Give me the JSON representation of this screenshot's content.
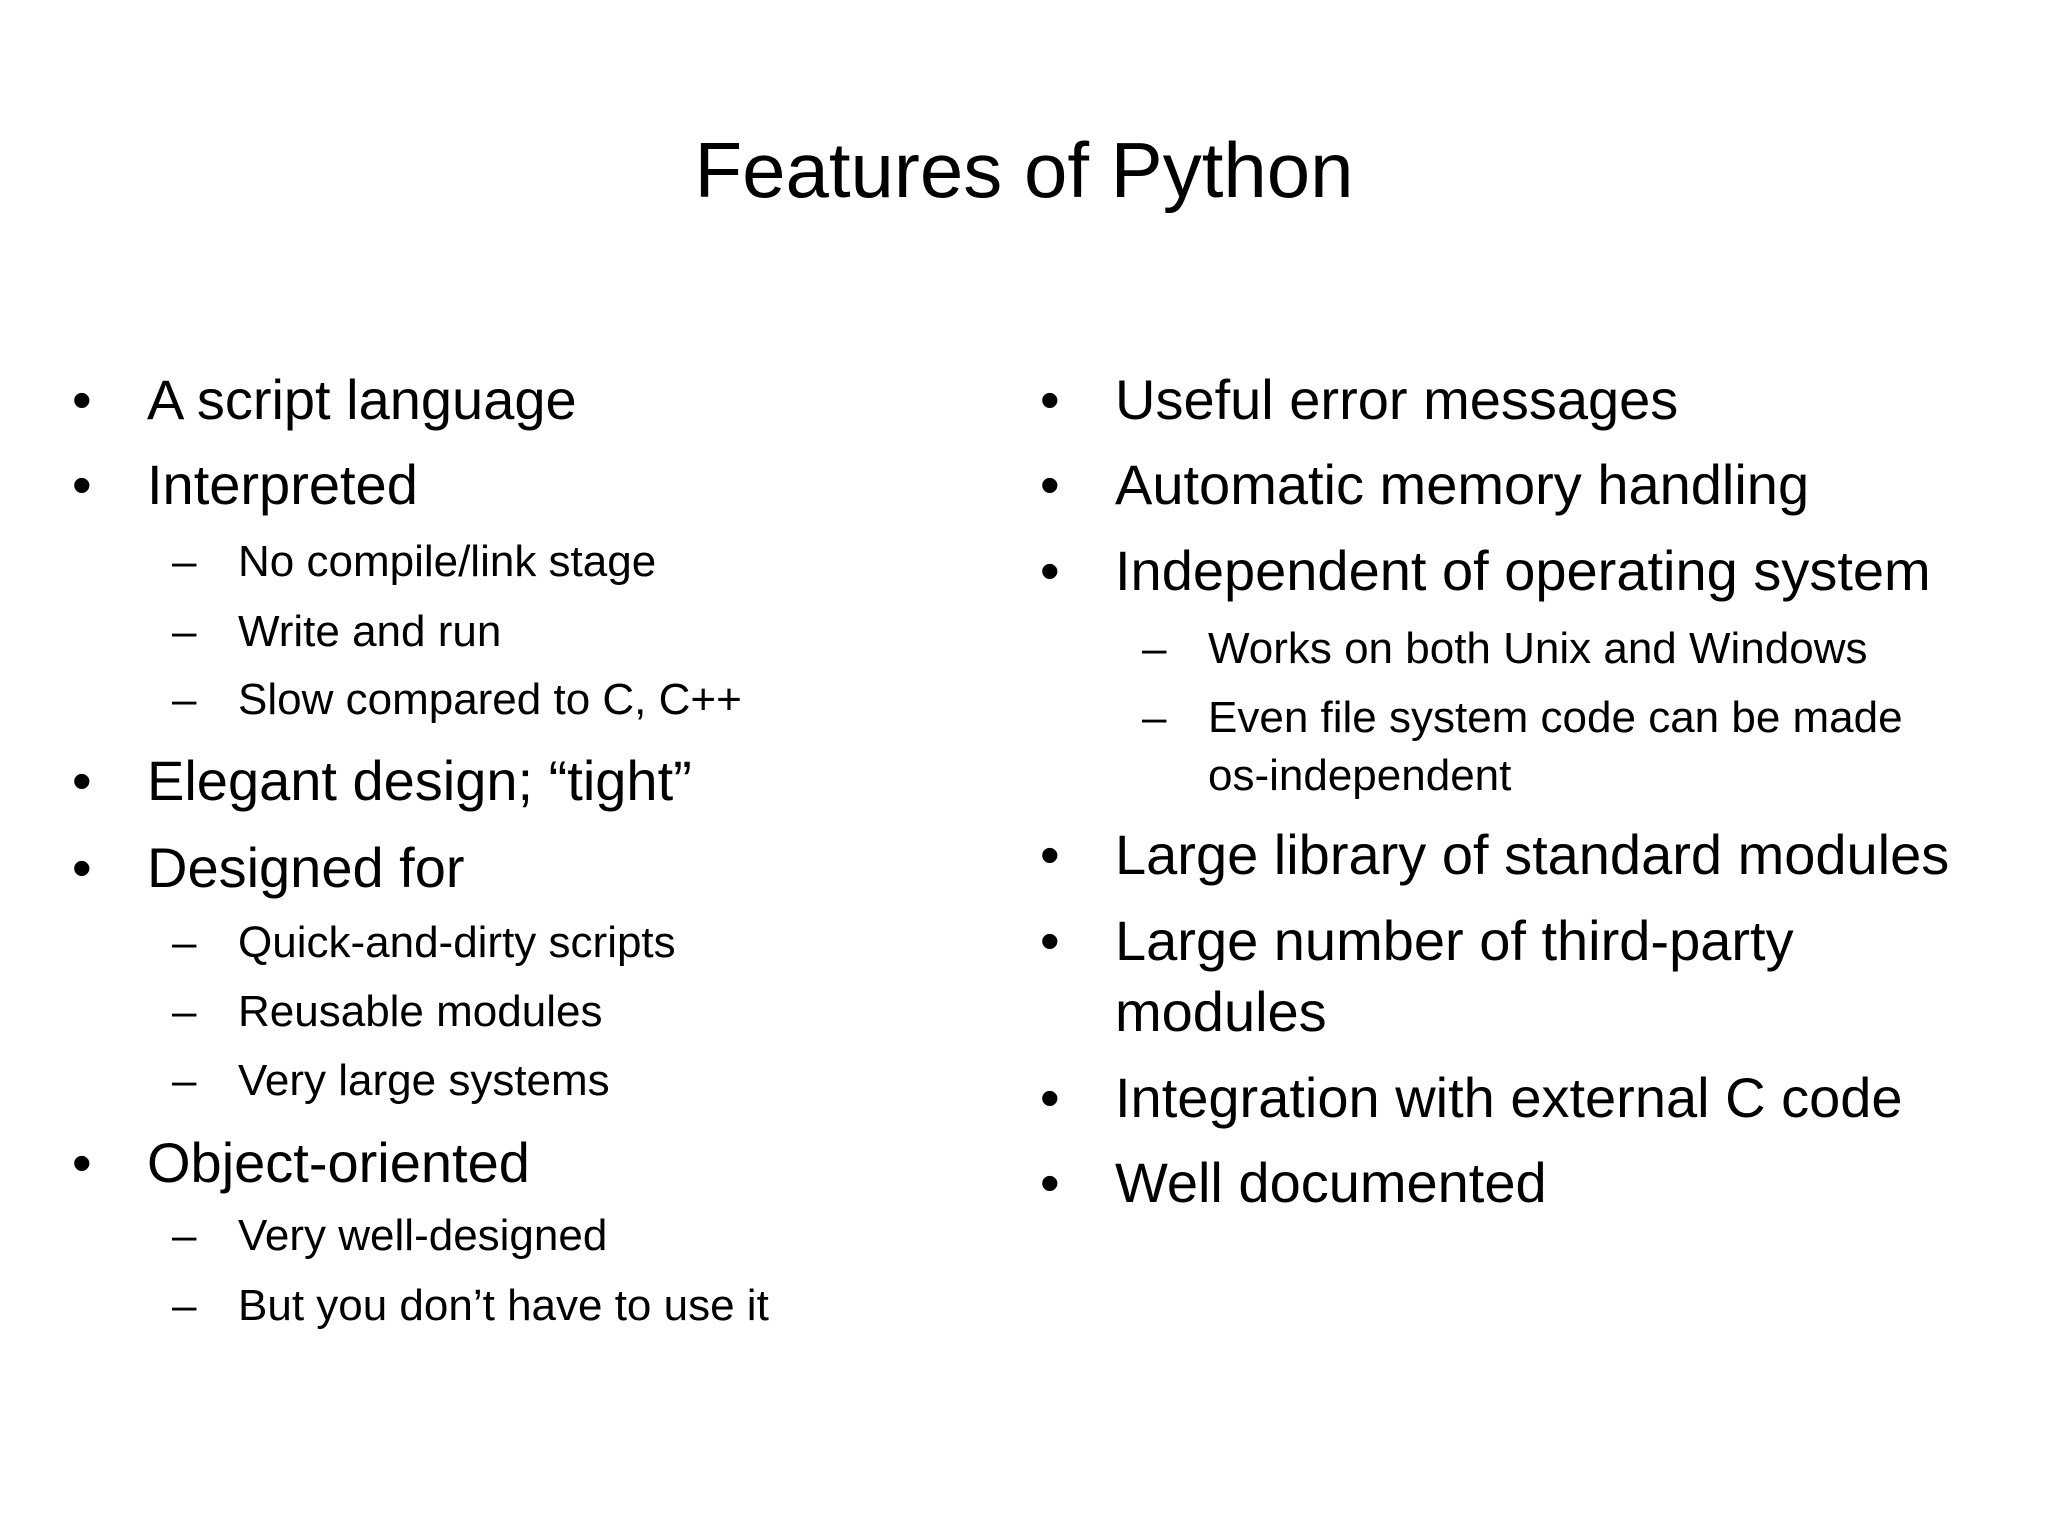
{
  "slide": {
    "title": "Features of Python",
    "bullet_glyph": "•",
    "dash_glyph": "–",
    "left_column": [
      {
        "level": 1,
        "text": "A script language"
      },
      {
        "level": 1,
        "text": "Interpreted"
      },
      {
        "level": 2,
        "text": "No compile/link stage"
      },
      {
        "level": 2,
        "text": "Write and run"
      },
      {
        "level": 2,
        "text": "Slow compared to C, C++"
      },
      {
        "level": 1,
        "text": "Elegant design; “tight”"
      },
      {
        "level": 1,
        "text": "Designed for"
      },
      {
        "level": 2,
        "text": "Quick-and-dirty scripts"
      },
      {
        "level": 2,
        "text": "Reusable modules"
      },
      {
        "level": 2,
        "text": "Very large systems"
      },
      {
        "level": 1,
        "text": "Object-oriented"
      },
      {
        "level": 2,
        "text": "Very well-designed"
      },
      {
        "level": 2,
        "text": "But you don’t have to use it"
      }
    ],
    "right_column": [
      {
        "level": 1,
        "text": "Useful error messages"
      },
      {
        "level": 1,
        "text": "Automatic memory handling"
      },
      {
        "level": 1,
        "text": "Independent of operating system"
      },
      {
        "level": 2,
        "text": "Works on both Unix and Windows"
      },
      {
        "level": 2,
        "text": "Even file system code can be made"
      },
      {
        "level": 2,
        "text": "os-independent",
        "continuation": true
      },
      {
        "level": 1,
        "text": "Large library of standard modules"
      },
      {
        "level": 1,
        "text": "Large number of third-party"
      },
      {
        "level": 1,
        "text": "modules",
        "continuation": true
      },
      {
        "level": 1,
        "text": "Integration with external C code"
      },
      {
        "level": 1,
        "text": "Well documented"
      }
    ]
  }
}
